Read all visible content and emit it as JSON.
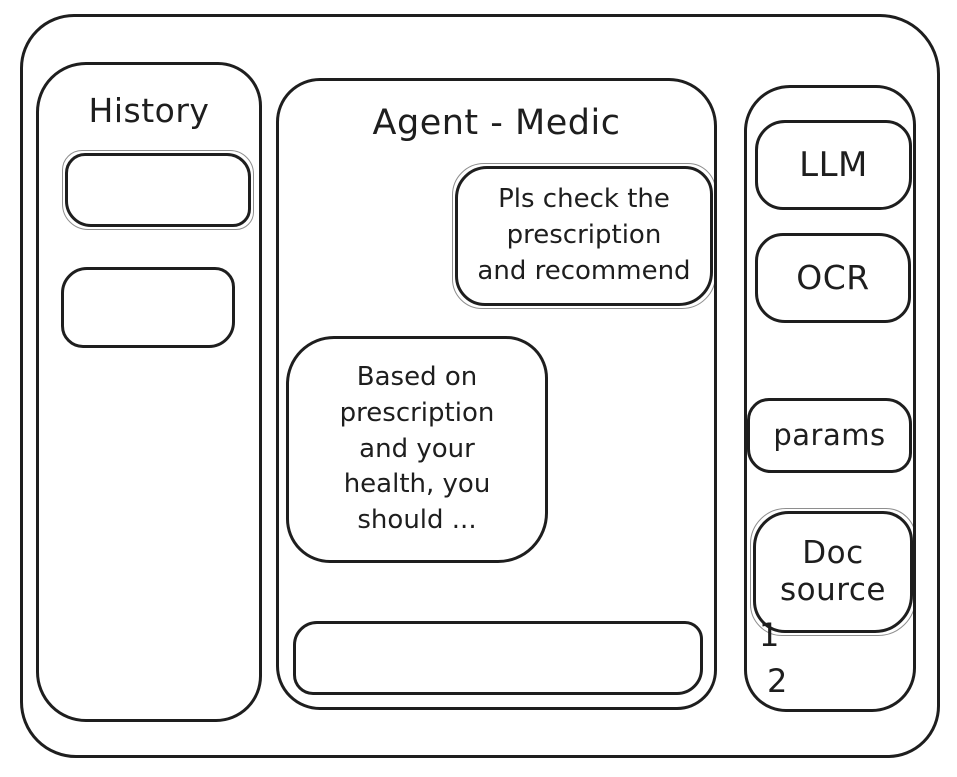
{
  "colors": {
    "stroke": "#1e1e1e",
    "background": "#ffffff"
  },
  "history": {
    "title": "History",
    "items": [
      {
        "label": ""
      },
      {
        "label": ""
      }
    ]
  },
  "chat": {
    "title": "Agent - Medic",
    "messages": [
      {
        "role": "user",
        "text": "Pls check the\nprescription\nand recommend"
      },
      {
        "role": "assistant",
        "text": "Based on\nprescription\nand your\nhealth, you\nshould ..."
      }
    ],
    "input": {
      "value": "",
      "placeholder": ""
    }
  },
  "tools": {
    "buttons": [
      {
        "id": "llm",
        "label": "LLM"
      },
      {
        "id": "ocr",
        "label": "OCR"
      },
      {
        "id": "params",
        "label": "params"
      },
      {
        "id": "doc-source",
        "label": "Doc source"
      }
    ],
    "doc_sources": [
      "1",
      "2"
    ]
  }
}
